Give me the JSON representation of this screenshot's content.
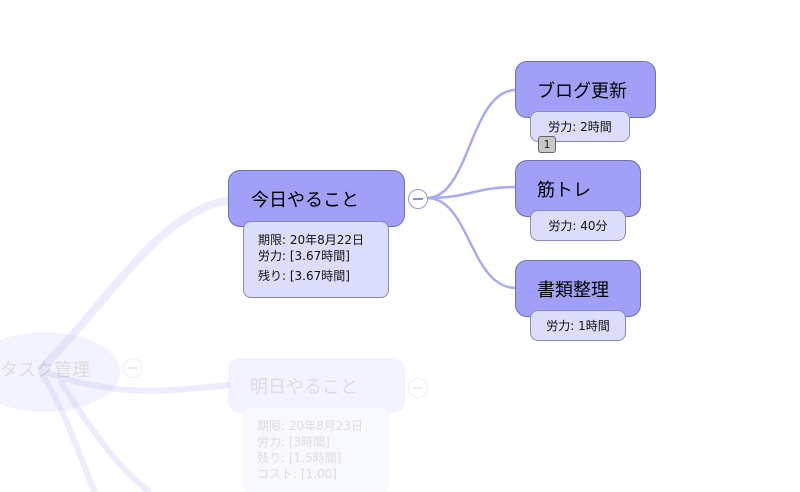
{
  "colors": {
    "node_fill": "#a0a0f8",
    "note_fill": "#dcdcfb",
    "connector": "#aaaaf0"
  },
  "faded": {
    "root_label": "タスク管理",
    "tomorrow_node": {
      "title": "明日やること",
      "note_lines": [
        "期限: 20年8月23日",
        "労力: [3時間]",
        "残り: [1.5時間]",
        "コスト: [1.00]"
      ]
    }
  },
  "today_node": {
    "title": "今日やること",
    "note_lines": [
      "期限: 20年8月22日",
      "労力: [3.67時間]",
      "残り: [3.67時間]"
    ],
    "toggle_icon": "collapse-minus-icon"
  },
  "children": [
    {
      "title": "ブログ更新",
      "effort": "労力: 2時間",
      "badge": "1"
    },
    {
      "title": "筋トレ",
      "effort": "労力: 40分"
    },
    {
      "title": "書類整理",
      "effort": "労力: 1時間"
    }
  ]
}
